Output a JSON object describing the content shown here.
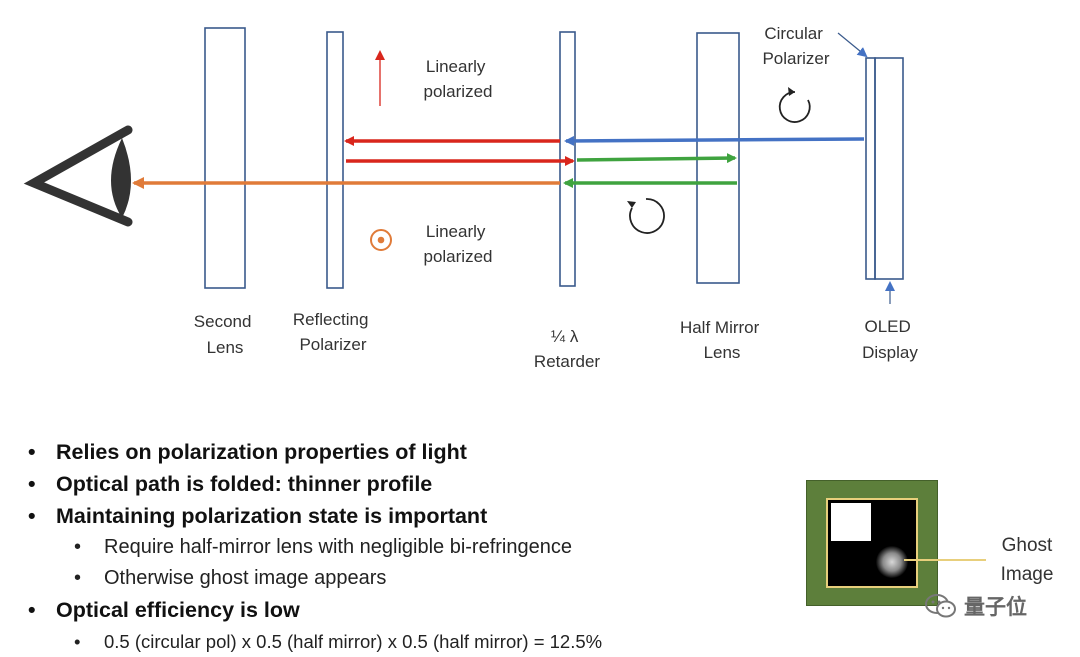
{
  "diagram": {
    "labels": {
      "second_lens": [
        "Second",
        "Lens"
      ],
      "reflecting_polarizer": [
        "Reflecting",
        "Polarizer"
      ],
      "retarder": [
        "¼ λ",
        "Retarder"
      ],
      "half_mirror_lens": [
        "Half Mirror",
        "Lens"
      ],
      "oled_display": [
        "OLED",
        "Display"
      ],
      "circular_polarizer": [
        "Circular",
        "Polarizer"
      ],
      "linearly_polarized_top": [
        "Linearly",
        "polarized"
      ],
      "linearly_polarized_bottom": [
        "Linearly",
        "polarized"
      ]
    },
    "colors": {
      "outline": "#3a5a8c",
      "red": "#d9261c",
      "blue": "#4472c4",
      "green": "#3fa33f",
      "orange": "#e07b39",
      "eye": "#333333"
    }
  },
  "bullets": [
    {
      "level": 1,
      "text": "Relies on polarization properties of light"
    },
    {
      "level": 1,
      "text": "Optical path is folded: thinner profile"
    },
    {
      "level": 1,
      "text": "Maintaining polarization state is important"
    },
    {
      "level": 2,
      "text": "Require half-mirror lens with negligible bi-refringence"
    },
    {
      "level": 2,
      "text": "Otherwise ghost image appears"
    },
    {
      "level": 1,
      "text": "Optical efficiency is low"
    },
    {
      "level": 2,
      "text": "0.5 (circular pol) x 0.5 (half mirror) x 0.5 (half mirror) = 12.5%"
    }
  ],
  "ghost": {
    "label": [
      "Ghost",
      "Image"
    ],
    "colors": {
      "board": "#5d7f3b",
      "frame": "#e8cf7c"
    }
  },
  "watermark": {
    "text": "量子位",
    "icon": "wechat-icon"
  }
}
